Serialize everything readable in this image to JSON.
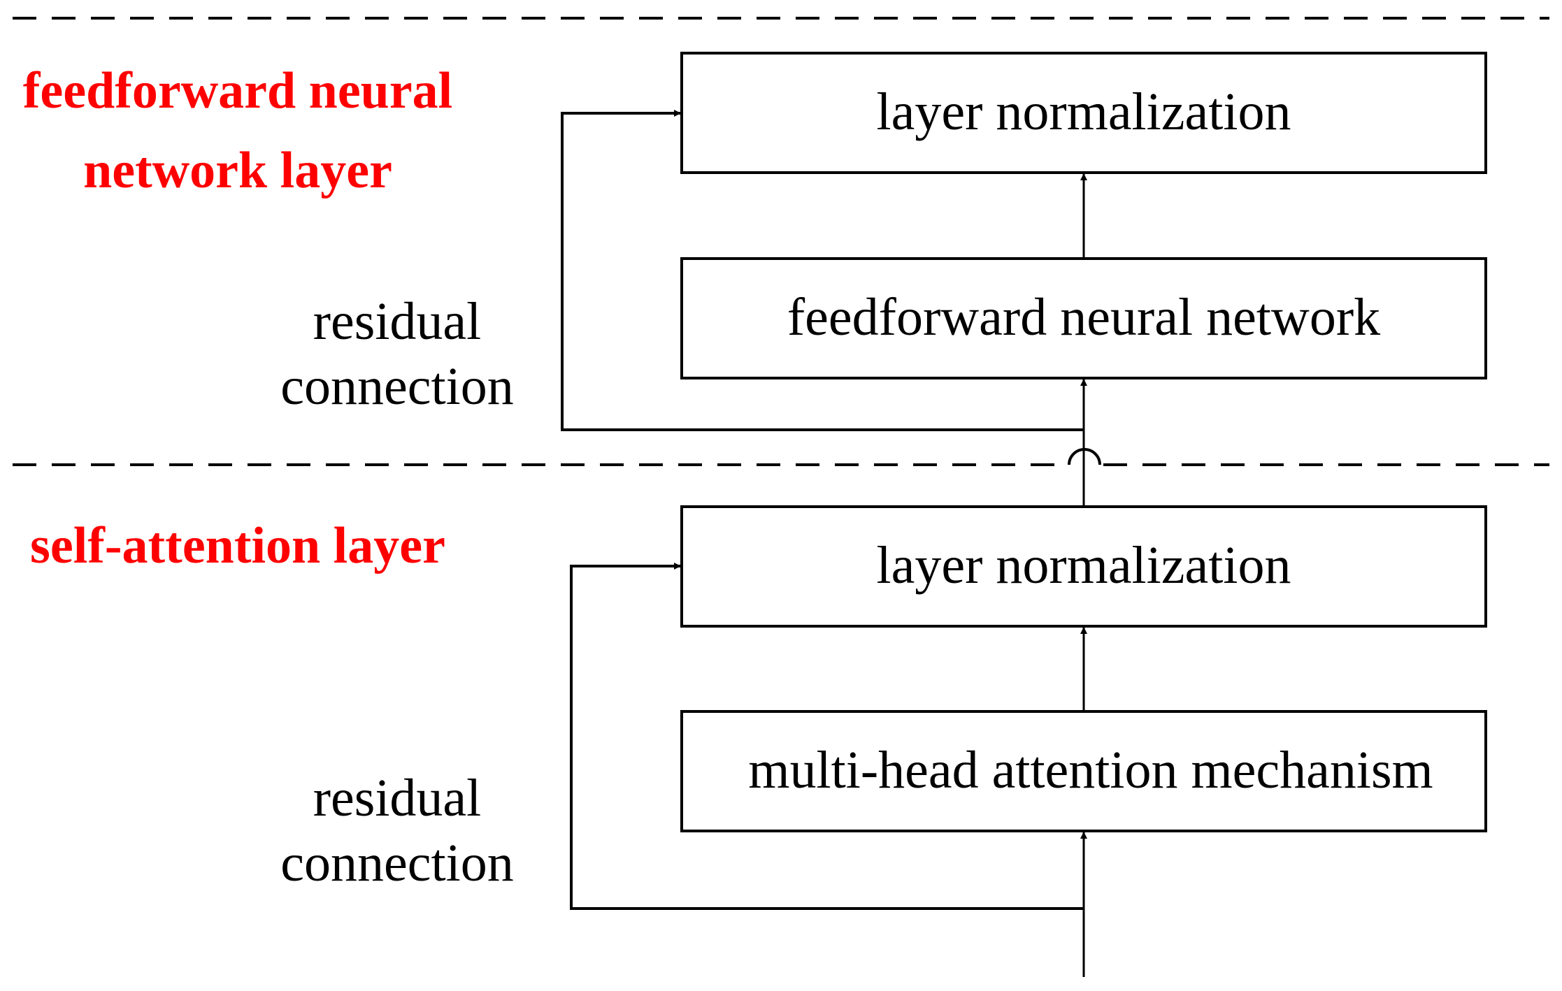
{
  "colors": {
    "section_label": "#ff0000",
    "line": "#000000",
    "background": "#ffffff"
  },
  "sections": {
    "feedforward": {
      "label_line1": "feedforward neural",
      "label_line2": "network layer",
      "residual_line1": "residual",
      "residual_line2": "connection",
      "boxes": {
        "top": "layer normalization",
        "bottom": "feedforward neural network"
      }
    },
    "self_attention": {
      "label": "self-attention layer",
      "residual_line1": "residual",
      "residual_line2": "connection",
      "boxes": {
        "top": "layer normalization",
        "bottom": "multi-head attention mechanism"
      }
    }
  }
}
